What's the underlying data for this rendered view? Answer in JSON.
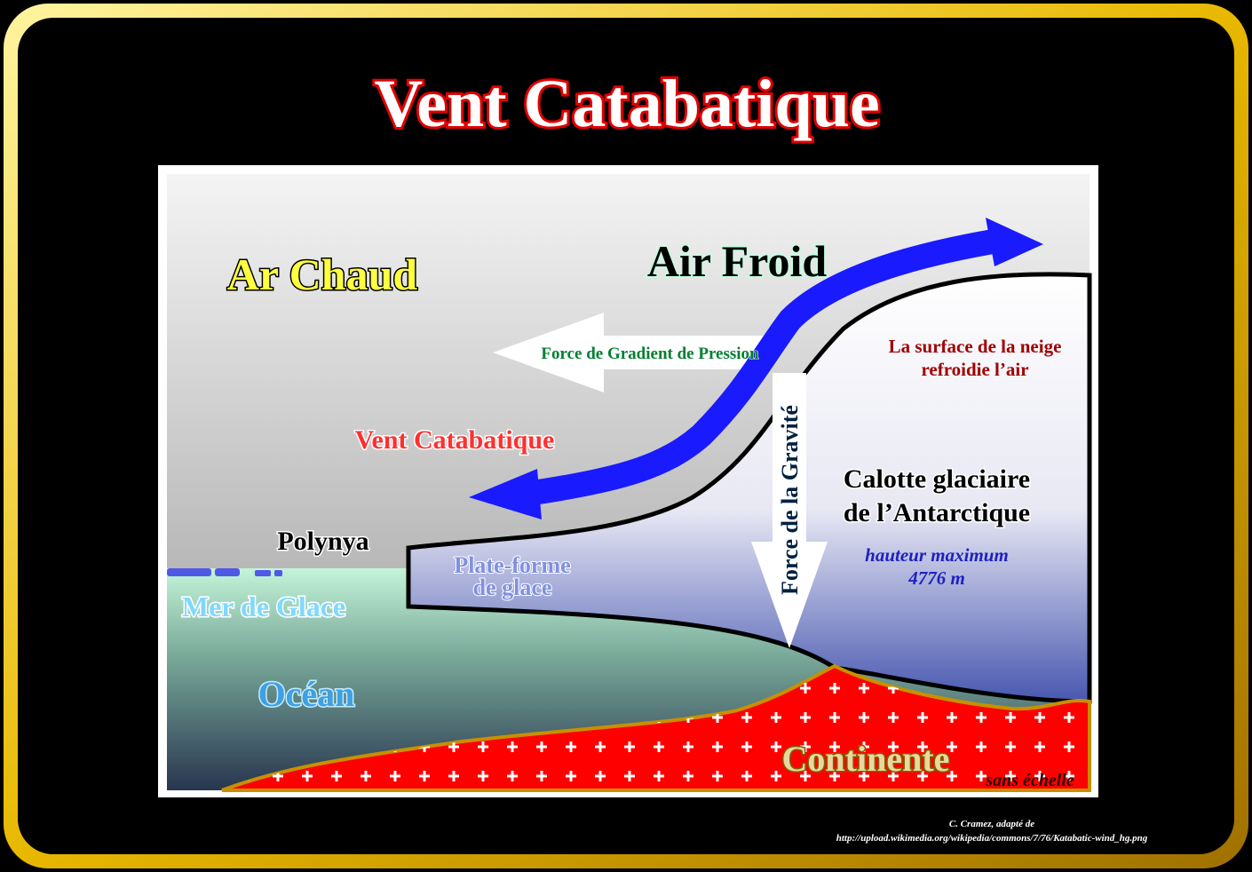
{
  "title": "Vent Catabatique",
  "labels": {
    "warm_air": "Ar Chaud",
    "cold_air": "Air Froid",
    "pressure_force": "Force de Gradient de Pression",
    "katabatic_wind": "Vent Catabatique",
    "snow_surface_1": "La surface de la neige",
    "snow_surface_2": "refroidie l’air",
    "gravity_force": "Force de la Gravité",
    "ice_cap_1": "Calotte glaciaire",
    "ice_cap_2": "de l’Antarctique",
    "max_height_1": "hauteur maximum",
    "max_height_2": "4776 m",
    "polynya": "Polynya",
    "ice_shelf_1": "Plate-forme",
    "ice_shelf_2": "de glace",
    "sea_ice": "Mer de Glace",
    "ocean": "Océan",
    "continent": "Continente",
    "scale": "sans échelle"
  },
  "credit": {
    "line1": "C. Cramez, adapté de",
    "line2": "http://upload.wikimedia.org/wikipedia/commons/7/76/Katabatic-wind_hg.png"
  },
  "colors": {
    "frame": "#e8c400",
    "title": "#ffffff",
    "title_outline": "#e00000",
    "wind_arrow": "#1a1aff",
    "continent": "#ff0000"
  }
}
